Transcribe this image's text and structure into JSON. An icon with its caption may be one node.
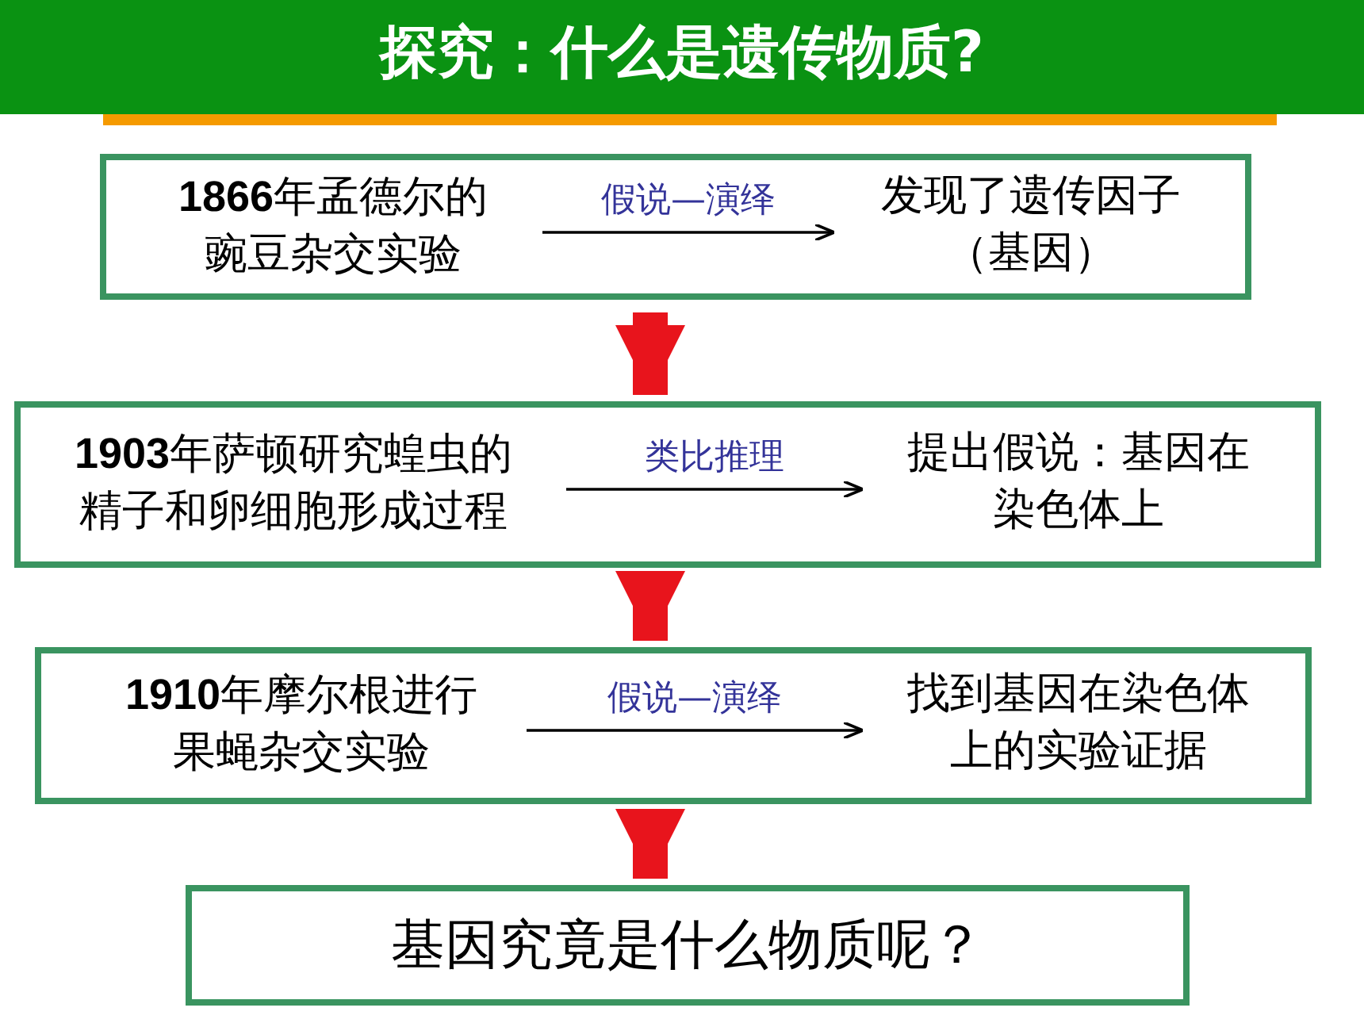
{
  "diagram": {
    "title": "探究：什么是遗传物质?",
    "nodes": [
      {
        "text": [],
        "shape": "box"
      },
      {
        "text": [
          "**1866**年孟德尔的豌豆杂交实验"
        ],
        "in": 0
      },
      {
        "text": [
          "发现了遗传因子（基因）"
        ],
        "in": 0
      },
      {
        "text": [],
        "shape": "box"
      },
      {
        "text": [
          "**1903**年萨顿研究蝗虫的精子和卵细胞形成过程"
        ],
        "in": 3
      },
      {
        "text": [
          "提出假说：基因在染色体上"
        ],
        "in": 3
      },
      {
        "text": [],
        "shape": "box"
      },
      {
        "text": [
          "**1910**年摩尔根进行果蝇杂交实验"
        ],
        "in": 6
      },
      {
        "text": [
          "找到基因在染色体上的实验证据"
        ],
        "in": 6
      },
      {
        "text": [
          "基因究竟是什么物质呢？"
        ]
      }
    ],
    "edges": [
      {
        "from": 1,
        "to": 2,
        "arrow": "to",
        "label": "假说—演绎"
      },
      {
        "from": 0,
        "to": 3,
        "arrow": "to",
        "style": "thick",
        "color": "#e8141c"
      },
      {
        "from": 4,
        "to": 5,
        "arrow": "to",
        "label": "类比推理"
      },
      {
        "from": 3,
        "to": 6,
        "arrow": "to",
        "style": "thick",
        "color": "#e8141c"
      },
      {
        "from": 7,
        "to": 8,
        "arrow": "to",
        "label": "假说—演绎"
      },
      {
        "from": 6,
        "to": 9,
        "arrow": "to",
        "style": "thick",
        "color": "#e8141c"
      }
    ]
  }
}
